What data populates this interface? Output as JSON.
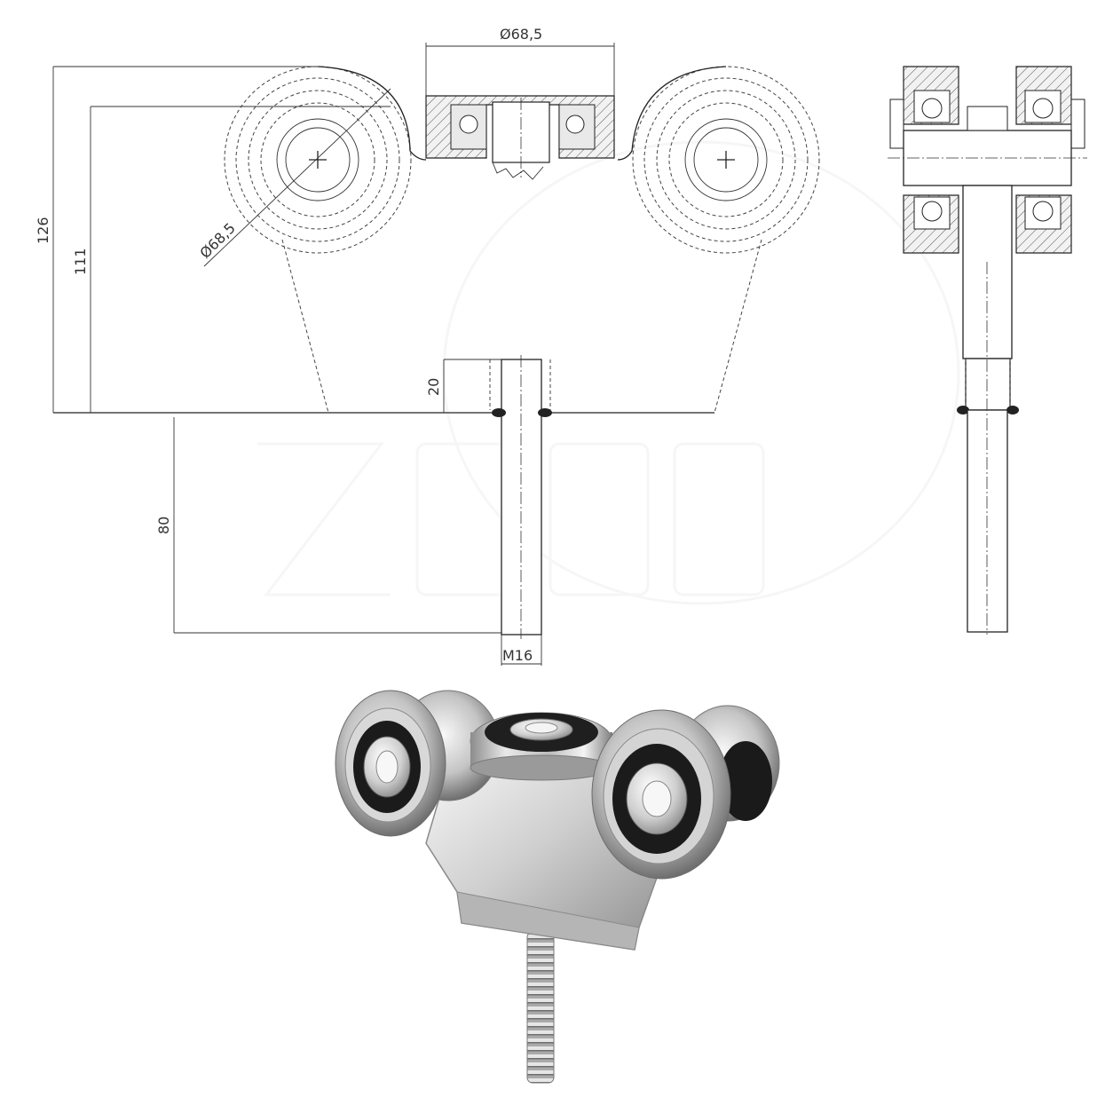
{
  "drawing": {
    "dimensions": {
      "top_diameter": "Ø68,5",
      "wheel_diameter": "Ø68,5",
      "height_total": "126",
      "height_to_axis": "111",
      "thread_engagement": "20",
      "bolt_length": "80",
      "thread_size": "M16"
    },
    "colors": {
      "line": "#222222",
      "steel_light": "#e6e6e6",
      "steel_mid": "#b8b8b8",
      "steel_dark": "#7a7a7a",
      "rubber": "#1a1a1a"
    }
  }
}
